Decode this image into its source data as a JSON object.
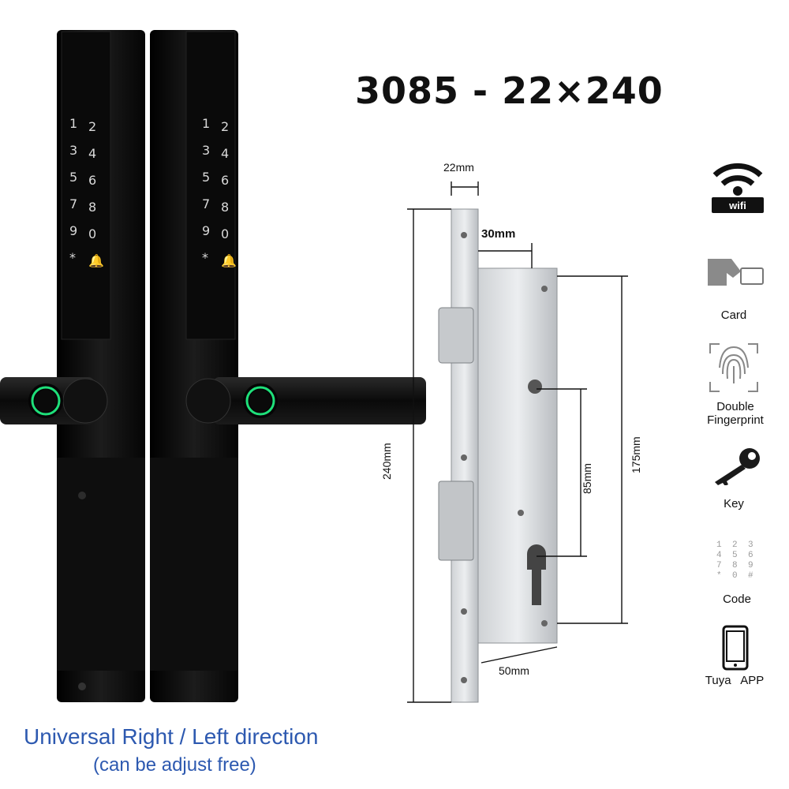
{
  "title": "3085 - 22×240",
  "captions": {
    "line1": "Universal Right / Left direction",
    "line2": "(can be adjust free)"
  },
  "keypad": [
    "1",
    "2",
    "3",
    "4",
    "5",
    "6",
    "7",
    "8",
    "9",
    "0",
    "*"
  ],
  "dimensions": {
    "faceplate_width": "22mm",
    "backset": "30mm",
    "height": "240mm",
    "handle_to_cylinder": "85mm",
    "case_height": "175mm",
    "case_width": "50mm"
  },
  "features": [
    {
      "icon": "wifi-icon",
      "label": "",
      "badge": "wifi"
    },
    {
      "icon": "card-icon",
      "label": "Card"
    },
    {
      "icon": "fingerprint-icon",
      "label": "Double\nFingerprint"
    },
    {
      "icon": "key-icon",
      "label": "Key"
    },
    {
      "icon": "keypad-code-icon",
      "label": "Code",
      "keys": [
        "1",
        "2",
        "3",
        "4",
        "5",
        "6",
        "7",
        "8",
        "9",
        "*",
        "0",
        "#"
      ]
    },
    {
      "icon": "phone-icon",
      "label": "Tuya   APP"
    }
  ],
  "colors": {
    "caption": "#2d59b0",
    "lock_body": "#0d0d0d",
    "fingerprint_ring": "#1ee07a"
  }
}
